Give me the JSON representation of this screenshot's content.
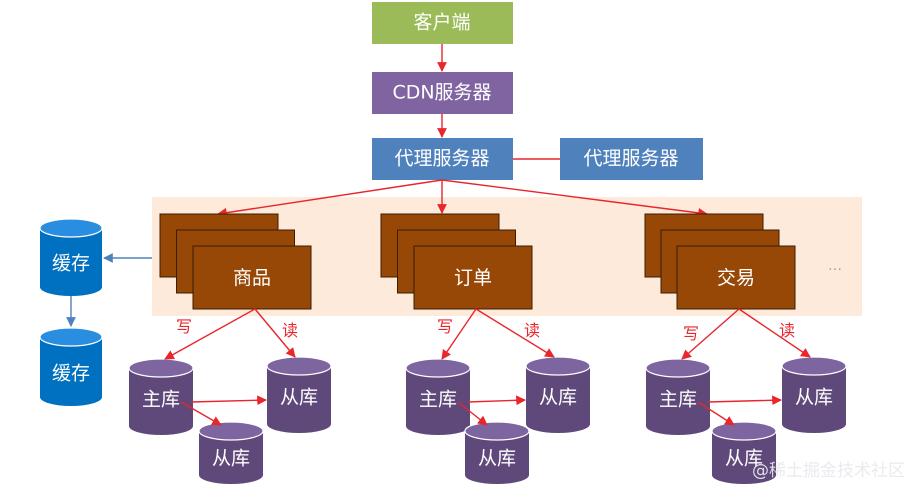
{
  "nodes": {
    "client": "客户端",
    "cdn": "CDN服务器",
    "proxy": "代理服务器",
    "proxy_backup": "代理服务器",
    "cache_1": "缓存",
    "cache_2": "缓存"
  },
  "services": [
    {
      "name": "商品",
      "write_label": "写",
      "read_label": "读",
      "master": "主库",
      "slave_1": "从库",
      "slave_2": "从库"
    },
    {
      "name": "订单",
      "write_label": "写",
      "read_label": "读",
      "master": "主库",
      "slave_1": "从库",
      "slave_2": "从库"
    },
    {
      "name": "交易",
      "write_label": "写",
      "read_label": "读",
      "master": "主库",
      "slave_1": "从库",
      "slave_2": "从库"
    }
  ],
  "more_indicator": "…",
  "watermark": "@稀土掘金技术社区",
  "colors": {
    "client": "#9bbb59",
    "cdn": "#8064a2",
    "proxy": "#4f81bd",
    "service": "#974806",
    "service_border": "#3b1d02",
    "service_zone": "#fde9d9",
    "database": "#5f497a",
    "cache": "#0070c0",
    "arrow": "#e8262b",
    "cache_arrow": "#4f81bd"
  }
}
